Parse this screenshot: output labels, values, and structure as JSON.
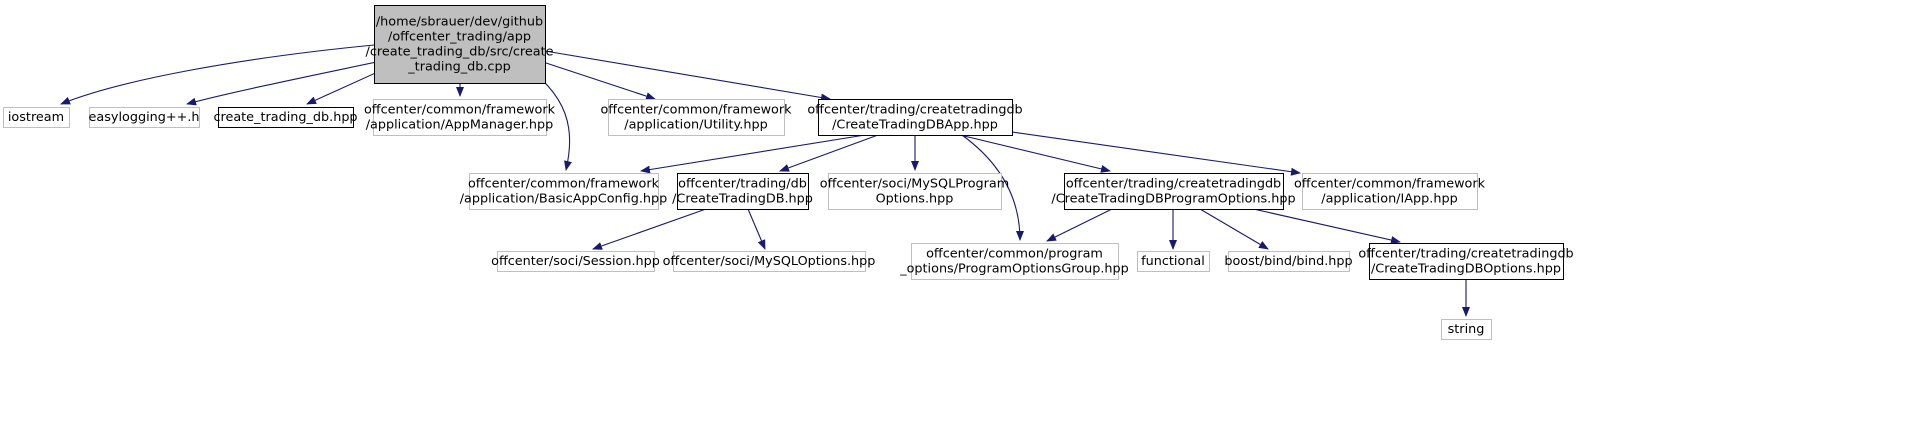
{
  "graph": {
    "colors": {
      "edge": "#191970",
      "node_border_grey": "#bfbfbf",
      "node_border_black": "#000000",
      "root_fill": "#bfbfbf"
    },
    "nodes": [
      {
        "id": "root",
        "style": "root",
        "lines": [
          "/home/sbrauer/dev/github",
          "/offcenter_trading/app",
          "/create_trading_db/src/create",
          "_trading_db.cpp"
        ]
      },
      {
        "id": "iostream",
        "style": "grey",
        "lines": [
          "iostream"
        ]
      },
      {
        "id": "easylogging",
        "style": "grey",
        "lines": [
          "easylogging++.h"
        ]
      },
      {
        "id": "create_trading_db_hpp",
        "style": "black",
        "lines": [
          "create_trading_db.hpp"
        ]
      },
      {
        "id": "appmanager",
        "style": "grey",
        "lines": [
          "offcenter/common/framework",
          "/application/AppManager.hpp"
        ]
      },
      {
        "id": "utility",
        "style": "grey",
        "lines": [
          "offcenter/common/framework",
          "/application/Utility.hpp"
        ]
      },
      {
        "id": "createtradingdbapp",
        "style": "black",
        "lines": [
          "offcenter/trading/createtradingdb",
          "/CreateTradingDBApp.hpp"
        ]
      },
      {
        "id": "basicappconfig",
        "style": "grey",
        "lines": [
          "offcenter/common/framework",
          "/application/BasicAppConfig.hpp"
        ]
      },
      {
        "id": "createtradingdb",
        "style": "black",
        "lines": [
          "offcenter/trading/db",
          "/CreateTradingDB.hpp"
        ]
      },
      {
        "id": "mysqlprogramoptions",
        "style": "grey",
        "lines": [
          "offcenter/soci/MySQLProgram",
          "Options.hpp"
        ]
      },
      {
        "id": "createtradingdbprogramoptions",
        "style": "black",
        "lines": [
          "offcenter/trading/createtradingdb",
          "/CreateTradingDBProgramOptions.hpp"
        ]
      },
      {
        "id": "iapp",
        "style": "grey",
        "lines": [
          "offcenter/common/framework",
          "/application/IApp.hpp"
        ]
      },
      {
        "id": "session",
        "style": "grey",
        "lines": [
          "offcenter/soci/Session.hpp"
        ]
      },
      {
        "id": "mysqloptions",
        "style": "grey",
        "lines": [
          "offcenter/soci/MySQLOptions.hpp"
        ]
      },
      {
        "id": "programoptionsgroup",
        "style": "grey",
        "lines": [
          "offcenter/common/program",
          "_options/ProgramOptionsGroup.hpp"
        ]
      },
      {
        "id": "functional",
        "style": "grey",
        "lines": [
          "functional"
        ]
      },
      {
        "id": "bind",
        "style": "grey",
        "lines": [
          "boost/bind/bind.hpp"
        ]
      },
      {
        "id": "createtradingdboptions",
        "style": "black",
        "lines": [
          "offcenter/trading/createtradingdb",
          "/CreateTradingDBOptions.hpp"
        ]
      },
      {
        "id": "string",
        "style": "grey",
        "lines": [
          "string"
        ]
      }
    ],
    "edges": [
      {
        "from": "root",
        "to": "iostream"
      },
      {
        "from": "root",
        "to": "easylogging"
      },
      {
        "from": "root",
        "to": "create_trading_db_hpp"
      },
      {
        "from": "root",
        "to": "appmanager"
      },
      {
        "from": "root",
        "to": "basicappconfig"
      },
      {
        "from": "root",
        "to": "utility"
      },
      {
        "from": "root",
        "to": "createtradingdbapp"
      },
      {
        "from": "createtradingdbapp",
        "to": "basicappconfig"
      },
      {
        "from": "createtradingdbapp",
        "to": "createtradingdb"
      },
      {
        "from": "createtradingdbapp",
        "to": "mysqlprogramoptions"
      },
      {
        "from": "createtradingdbapp",
        "to": "programoptionsgroup"
      },
      {
        "from": "createtradingdbapp",
        "to": "createtradingdbprogramoptions"
      },
      {
        "from": "createtradingdbapp",
        "to": "iapp"
      },
      {
        "from": "createtradingdb",
        "to": "session"
      },
      {
        "from": "createtradingdb",
        "to": "mysqloptions"
      },
      {
        "from": "createtradingdbprogramoptions",
        "to": "programoptionsgroup"
      },
      {
        "from": "createtradingdbprogramoptions",
        "to": "functional"
      },
      {
        "from": "createtradingdbprogramoptions",
        "to": "bind"
      },
      {
        "from": "createtradingdbprogramoptions",
        "to": "createtradingdboptions"
      },
      {
        "from": "createtradingdboptions",
        "to": "string"
      }
    ]
  }
}
